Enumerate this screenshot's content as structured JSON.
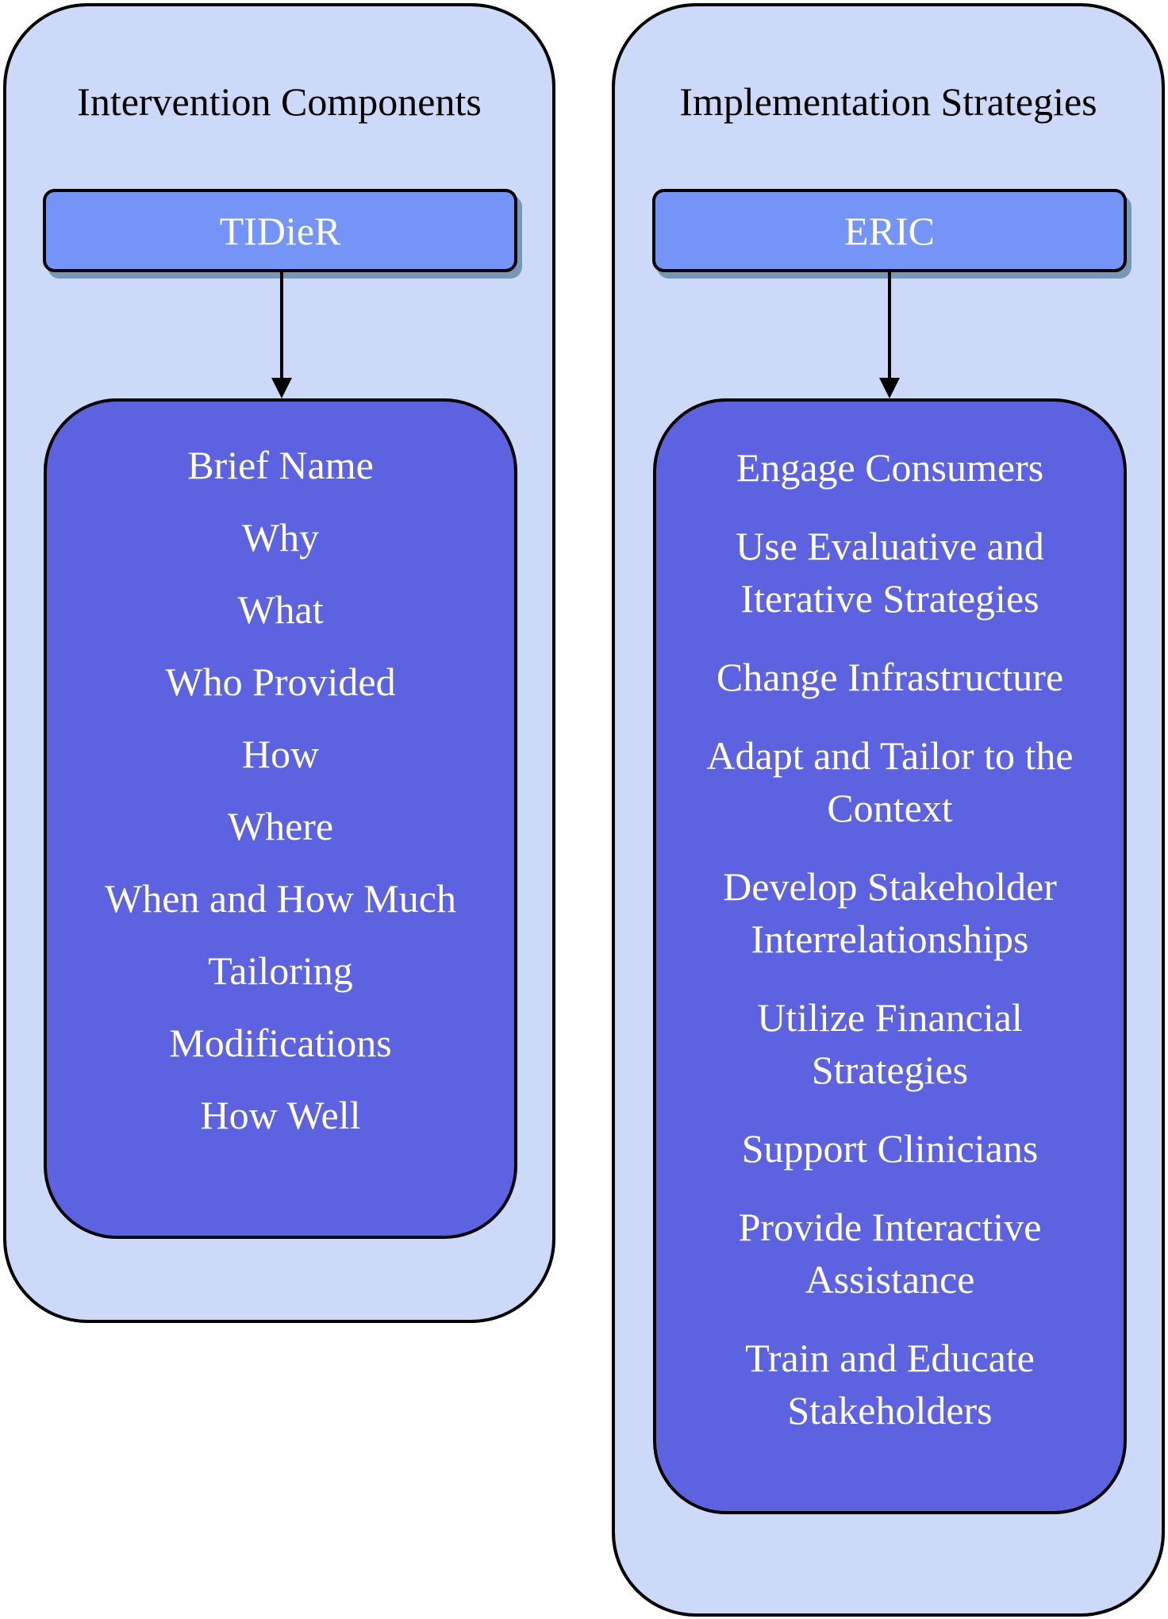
{
  "colors": {
    "outer_fill": "#ccd9f8",
    "header_fill": "#7594f8",
    "header_shadow": "#7896b8",
    "inner_fill": "#5d63e0",
    "stroke": "#000000",
    "inner_text": "#ffffff"
  },
  "left_column": {
    "title": "Intervention Components",
    "header": "TIDieR",
    "items": [
      [
        "Brief Name"
      ],
      [
        "Why"
      ],
      [
        "What"
      ],
      [
        "Who Provided"
      ],
      [
        "How"
      ],
      [
        "Where"
      ],
      [
        "When and How Much"
      ],
      [
        "Tailoring"
      ],
      [
        "Modifications"
      ],
      [
        "How Well"
      ]
    ]
  },
  "right_column": {
    "title": "Implementation Strategies",
    "header": "ERIC",
    "items": [
      [
        "Engage Consumers"
      ],
      [
        "Use Evaluative and",
        "Iterative Strategies"
      ],
      [
        "Change Infrastructure"
      ],
      [
        "Adapt and Tailor to the",
        "Context"
      ],
      [
        "Develop Stakeholder",
        "Interrelationships"
      ],
      [
        "Utilize Financial",
        "Strategies"
      ],
      [
        "Support Clinicians"
      ],
      [
        "Provide Interactive",
        "Assistance"
      ],
      [
        "Train and Educate",
        "Stakeholders"
      ]
    ]
  }
}
